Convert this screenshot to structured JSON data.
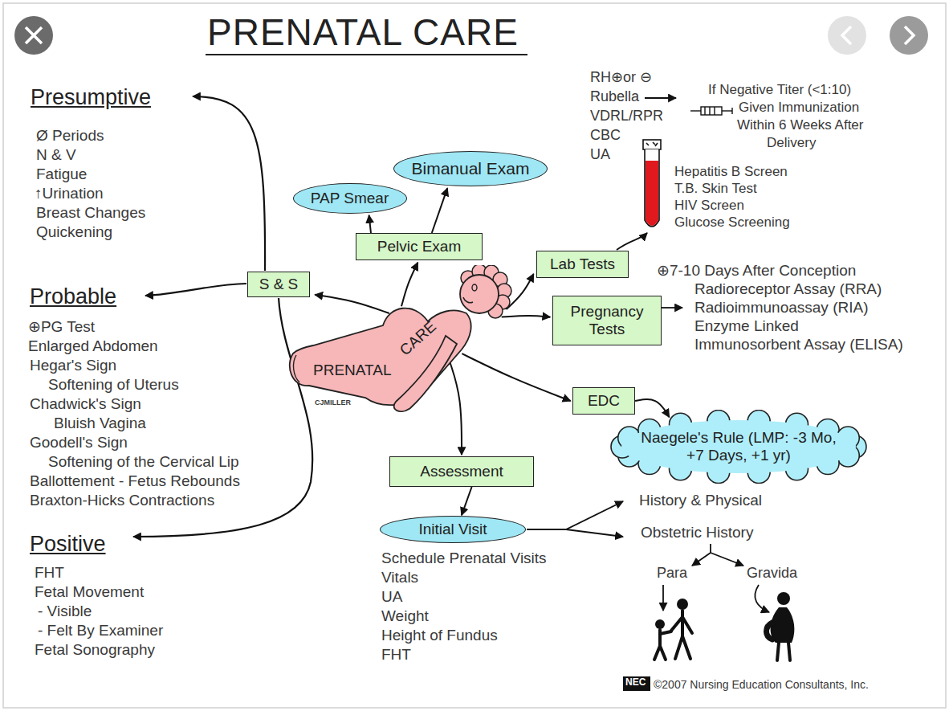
{
  "diagram": {
    "title": "PRENATAL CARE",
    "nodes": [
      {
        "text": [
          "S & S"
        ]
      },
      {
        "text": [
          "PAP Smear"
        ]
      },
      {
        "text": [
          "Bimanual Exam"
        ]
      },
      {
        "text": [
          "Pelvic Exam"
        ]
      },
      {
        "text": [
          "Lab Tests"
        ]
      },
      {
        "text": [
          "Pregnancy Tests"
        ]
      },
      {
        "text": [
          "PRENATAL",
          "CARE"
        ]
      },
      {
        "text": [
          "EDC"
        ]
      },
      {
        "text": [
          "Naegele's Rule (LMP: -3 Mo, +7 Days, +1 yr)"
        ]
      },
      {
        "text": [
          "Assessment"
        ]
      },
      {
        "text": [
          "Initial Visit"
        ]
      }
    ],
    "edges": [
      {
        "from": 6,
        "to": 0,
        "arrow": "to"
      },
      {
        "from": 6,
        "to": 3,
        "arrow": "to"
      },
      {
        "from": 3,
        "to": 1,
        "arrow": "to"
      },
      {
        "from": 3,
        "to": 2,
        "arrow": "to"
      },
      {
        "from": 6,
        "to": 4,
        "arrow": "to"
      },
      {
        "from": 6,
        "to": 5,
        "arrow": "to"
      },
      {
        "from": 6,
        "to": 7,
        "arrow": "to"
      },
      {
        "from": 7,
        "to": 8,
        "arrow": "to"
      },
      {
        "from": 6,
        "to": 9,
        "arrow": "to"
      },
      {
        "from": 9,
        "to": 10,
        "arrow": "to"
      }
    ],
    "labels": [
      "Presumptive",
      "Ø Periods",
      "N & V",
      "Fatigue",
      "↑Urination",
      "Breast Changes",
      "Quickening",
      "Probable",
      "⊕PG Test",
      "Enlarged Abdomen",
      "Hegar's Sign",
      "Softening of Uterus",
      "Chadwick's Sign",
      "Bluish Vagina",
      "Goodell's Sign",
      "Softening of the Cervical Lip",
      "Ballottement - Fetus Rebounds",
      "Braxton-Hicks Contractions",
      "Positive",
      "FHT",
      "Fetal Movement",
      "- Visible",
      "- Felt By Examiner",
      "Fetal Sonography",
      "RH⊕or ⊖",
      "Rubella",
      "VDRL/RPR",
      "CBC",
      "UA",
      "If Negative Titer (<1:10)",
      "Given Immunization",
      "Within 6 Weeks After",
      "Delivery",
      "Hepatitis B Screen",
      "T.B. Skin Test",
      "HIV Screen",
      "Glucose Screening",
      "⊕7-10 Days After Conception",
      "Radioreceptor Assay (RRA)",
      "Radioimmunoassay (RIA)",
      "Enzyme Linked",
      "Immunosorbent Assay (ELISA)",
      "History & Physical",
      "Obstetric History",
      "Para",
      "Gravida",
      "Schedule Prenatal Visits",
      "Vitals",
      "UA",
      "Weight",
      "Height of Fundus",
      "FHT",
      "CJMILLER",
      "NEC",
      "©2007 Nursing Education Consultants, Inc."
    ]
  }
}
